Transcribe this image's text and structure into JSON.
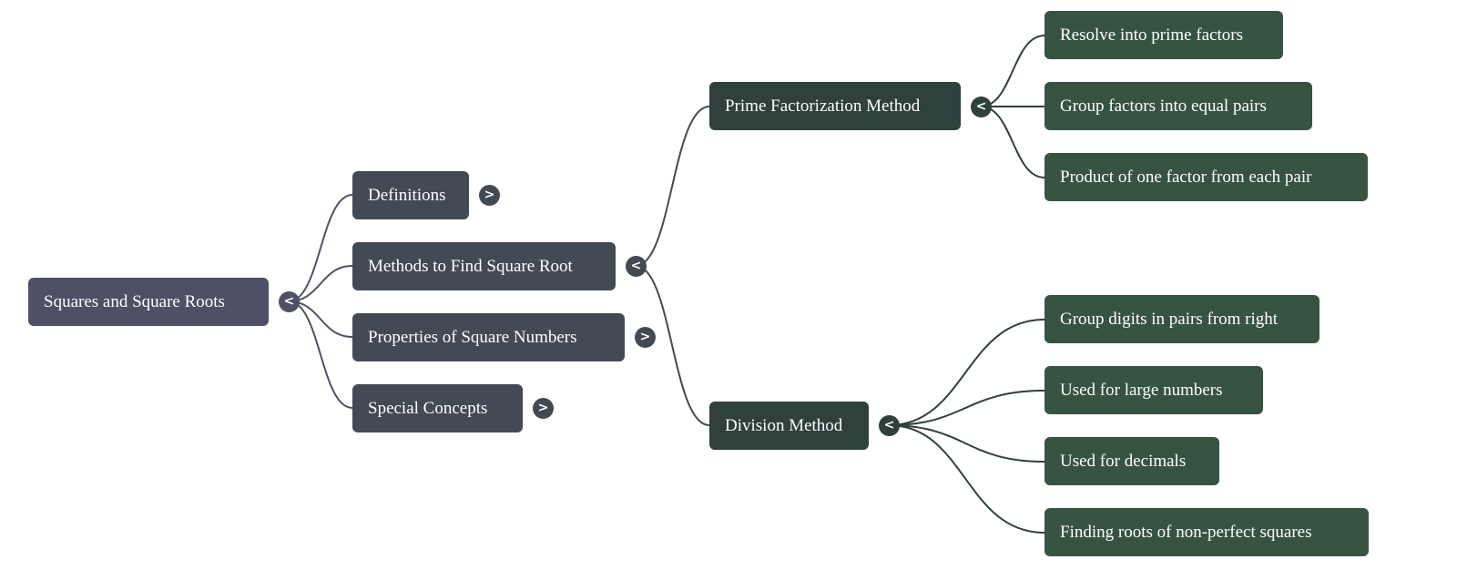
{
  "root": {
    "label": "Squares and Square Roots",
    "toggle": "<"
  },
  "level1": [
    {
      "label": "Definitions",
      "toggle": ">"
    },
    {
      "label": "Methods to Find Square Root",
      "toggle": "<"
    },
    {
      "label": "Properties of Square Numbers",
      "toggle": ">"
    },
    {
      "label": "Special Concepts",
      "toggle": ">"
    }
  ],
  "level2": [
    {
      "label": "Prime Factorization Method",
      "toggle": "<",
      "children": [
        "Resolve into prime factors",
        "Group factors into equal pairs",
        "Product of one factor from each pair"
      ]
    },
    {
      "label": "Division Method",
      "toggle": "<",
      "children": [
        "Group digits in pairs from right",
        "Used for large numbers",
        "Used for decimals",
        "Finding roots of non-perfect squares"
      ]
    }
  ],
  "colors": {
    "root": "#4f4f66",
    "level1": "#434a54",
    "level2": "#2f403d",
    "level3": "#375443"
  }
}
